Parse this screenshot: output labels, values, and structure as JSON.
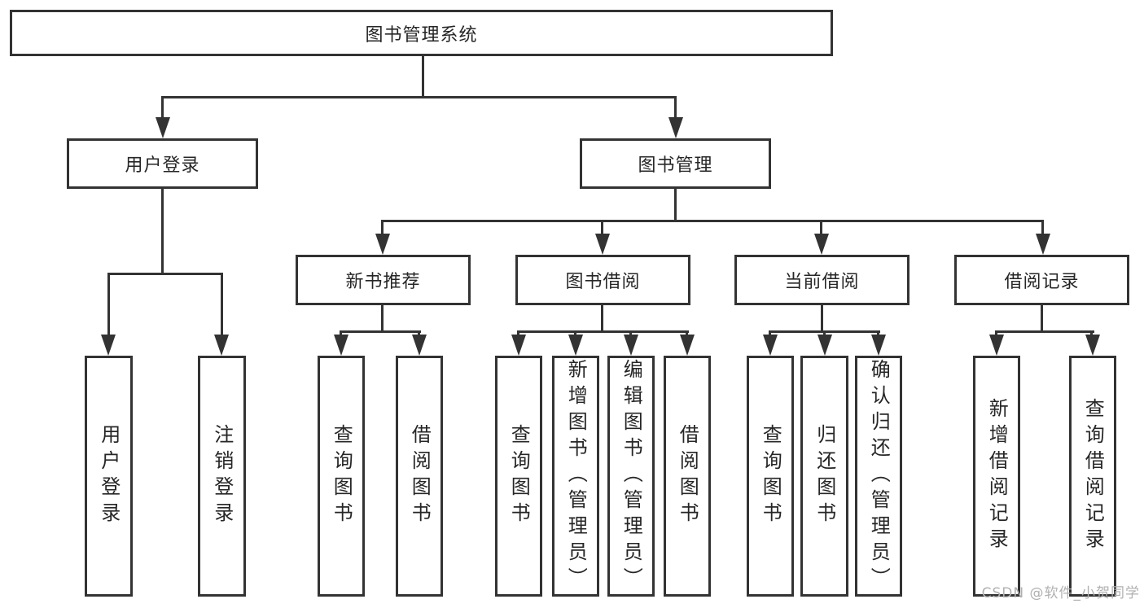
{
  "root": {
    "label": "图书管理系统"
  },
  "level2": {
    "user_login": "用户登录",
    "book_mgmt": "图书管理"
  },
  "level3": {
    "new_books": "新书推荐",
    "book_borrow": "图书借阅",
    "current_borrow": "当前借阅",
    "borrow_records": "借阅记录"
  },
  "leaves": {
    "user_login": [
      "用户登录",
      "注销登录"
    ],
    "new_books": [
      "查询图书",
      "借阅图书"
    ],
    "book_borrow": [
      "查询图书",
      "新增图书（管理员）",
      "编辑图书（管理员）",
      "借阅图书"
    ],
    "current_borrow": [
      "查询图书",
      "归还图书",
      "确认归还（管理员）"
    ],
    "borrow_records": [
      "新增借阅记录",
      "查询借阅记录"
    ]
  },
  "watermark": "CSDN @软件_小贺同学",
  "colors": {
    "line": "#333333",
    "text": "#262626",
    "background": "#ffffff",
    "watermark": "#b0b0b0"
  }
}
